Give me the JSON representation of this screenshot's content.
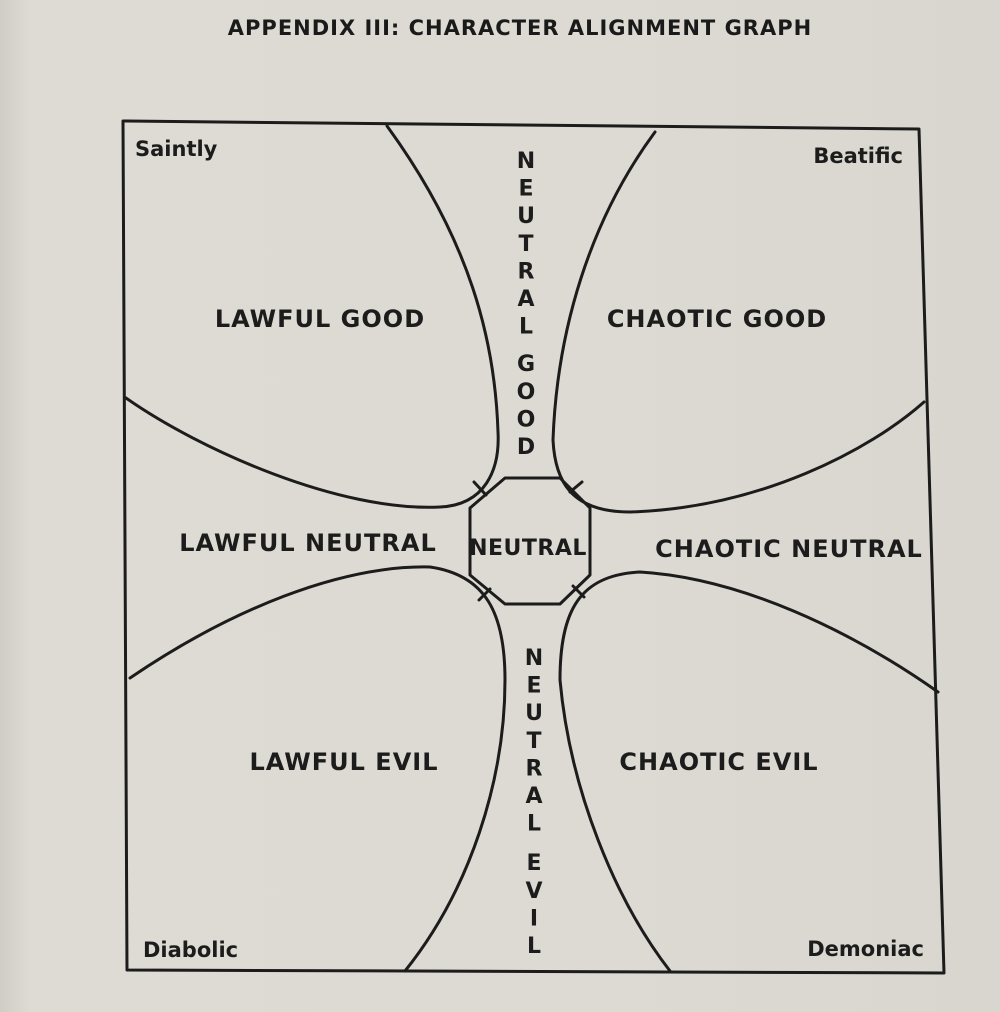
{
  "title": "APPENDIX III: CHARACTER ALIGNMENT GRAPH",
  "regions": {
    "lawful_good": "LAWFUL GOOD",
    "chaotic_good": "CHAOTIC GOOD",
    "lawful_neutral": "LAWFUL NEUTRAL",
    "neutral": "NEUTRAL",
    "chaotic_neutral": "CHAOTIC NEUTRAL",
    "lawful_evil": "LAWFUL EVIL",
    "chaotic_evil": "CHAOTIC EVIL",
    "neutral_good": "NEUTRAL GOOD",
    "neutral_evil": "NEUTRAL EVIL"
  },
  "corners": {
    "top_left": "Saintly",
    "top_right": "Beatific",
    "bottom_left": "Diabolic",
    "bottom_right": "Demoniac"
  },
  "colors": {
    "paper": "#dcdad2",
    "ink": "#1c1c1c"
  }
}
